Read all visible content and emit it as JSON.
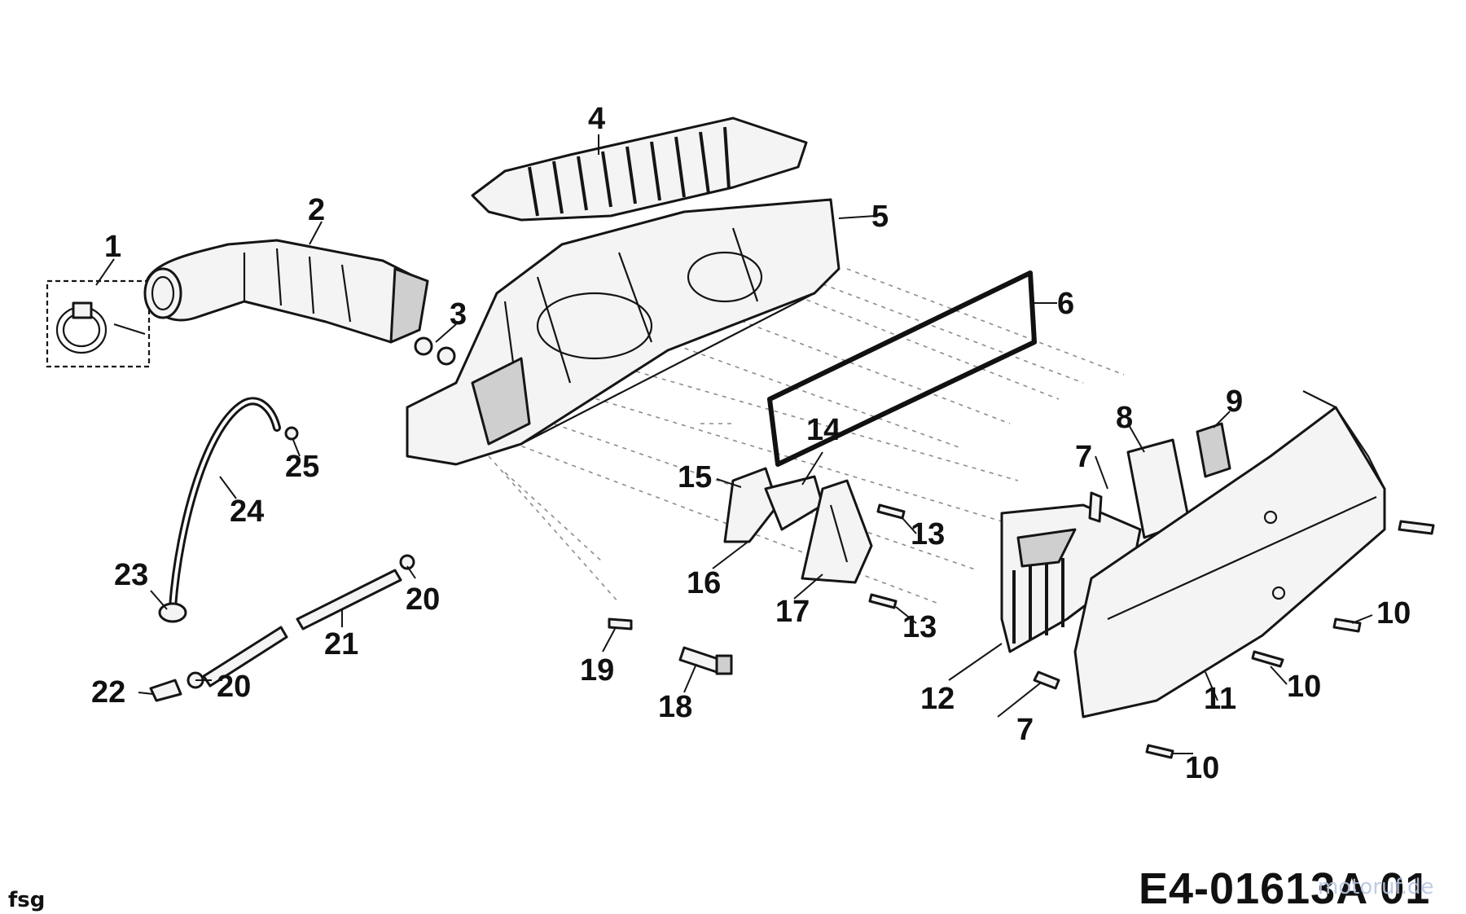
{
  "diagram": {
    "callouts": [
      "1",
      "2",
      "3",
      "4",
      "5",
      "6",
      "7",
      "7",
      "8",
      "9",
      "10",
      "10",
      "10",
      "11",
      "12",
      "13",
      "13",
      "14",
      "15",
      "16",
      "17",
      "18",
      "19",
      "20",
      "20",
      "21",
      "22",
      "23",
      "24",
      "25"
    ]
  },
  "footer": {
    "left_mark": "fsg",
    "drawing_number": "E4-01613A 01",
    "watermark": "motoruf.de"
  }
}
